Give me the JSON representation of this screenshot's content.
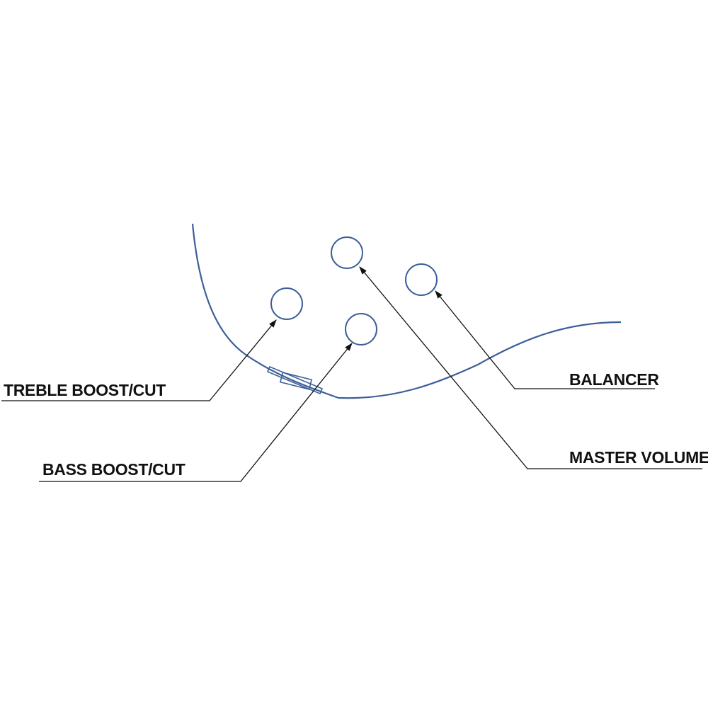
{
  "controls": {
    "treble": {
      "label": "TREBLE BOOST/CUT"
    },
    "bass": {
      "label": "BASS BOOST/CUT"
    },
    "master": {
      "label": "MASTER VOLUME"
    },
    "balancer": {
      "label": "BALANCER"
    }
  },
  "colors": {
    "outline": "#3c5f98",
    "leader": "#111111",
    "background": "#ffffff"
  }
}
